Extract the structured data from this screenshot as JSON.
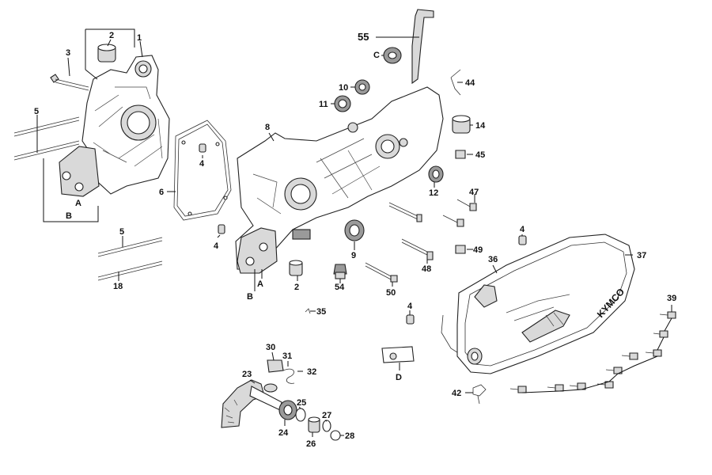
{
  "callouts": [
    {
      "id": "c1",
      "text": "1"
    },
    {
      "id": "c2a",
      "text": "2"
    },
    {
      "id": "c3",
      "text": "3"
    },
    {
      "id": "c5a",
      "text": "5"
    },
    {
      "id": "cA1",
      "text": "A"
    },
    {
      "id": "cB1",
      "text": "B"
    },
    {
      "id": "c4a",
      "text": "4"
    },
    {
      "id": "c6",
      "text": "6"
    },
    {
      "id": "c8",
      "text": "8"
    },
    {
      "id": "c4b",
      "text": "4"
    },
    {
      "id": "c5b",
      "text": "5"
    },
    {
      "id": "c18",
      "text": "18"
    },
    {
      "id": "cA2",
      "text": "A"
    },
    {
      "id": "cB2",
      "text": "B"
    },
    {
      "id": "c2b",
      "text": "2"
    },
    {
      "id": "c54",
      "text": "54"
    },
    {
      "id": "c9",
      "text": "9"
    },
    {
      "id": "c50",
      "text": "50"
    },
    {
      "id": "c48",
      "text": "48"
    },
    {
      "id": "c55",
      "text": "55"
    },
    {
      "id": "cC",
      "text": "C"
    },
    {
      "id": "c10",
      "text": "10"
    },
    {
      "id": "c11",
      "text": "11"
    },
    {
      "id": "c44",
      "text": "44"
    },
    {
      "id": "c14",
      "text": "14"
    },
    {
      "id": "c45",
      "text": "45"
    },
    {
      "id": "c12",
      "text": "12"
    },
    {
      "id": "c47",
      "text": "47"
    },
    {
      "id": "c4c",
      "text": "4"
    },
    {
      "id": "c49",
      "text": "49"
    },
    {
      "id": "c36",
      "text": "36"
    },
    {
      "id": "c37",
      "text": "37"
    },
    {
      "id": "c39",
      "text": "39"
    },
    {
      "id": "c4d",
      "text": "4"
    },
    {
      "id": "c35",
      "text": "35"
    },
    {
      "id": "cD",
      "text": "D"
    },
    {
      "id": "c42",
      "text": "42"
    },
    {
      "id": "c30",
      "text": "30"
    },
    {
      "id": "c31",
      "text": "31"
    },
    {
      "id": "c32",
      "text": "32"
    },
    {
      "id": "c23",
      "text": "23"
    },
    {
      "id": "c25",
      "text": "25"
    },
    {
      "id": "c24",
      "text": "24"
    },
    {
      "id": "c27",
      "text": "27"
    },
    {
      "id": "c26",
      "text": "26"
    },
    {
      "id": "c28",
      "text": "28"
    }
  ],
  "cover_brand": "KYMCO"
}
